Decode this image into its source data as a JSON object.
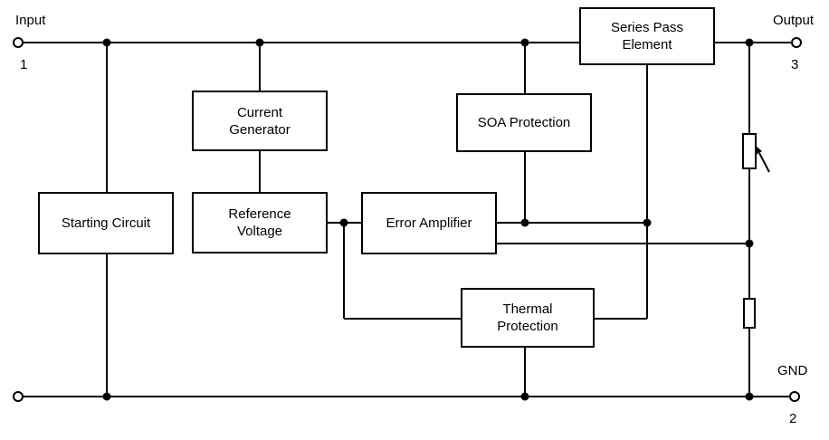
{
  "diagram": {
    "type": "regulator-block-diagram",
    "colors": {
      "line": "#000000",
      "background": "#ffffff",
      "block_fill": "#ffffff"
    },
    "blocks": {
      "series_pass": {
        "label": "Series Pass\nElement"
      },
      "current_generator": {
        "label": "Current\nGenerator"
      },
      "soa_protection": {
        "label": "SOA Protection"
      },
      "starting_circuit": {
        "label": "Starting Circuit"
      },
      "reference_voltage": {
        "label": "Reference\nVoltage"
      },
      "error_amplifier": {
        "label": "Error Amplifier"
      },
      "thermal_protection": {
        "label": "Thermal\nProtection"
      }
    },
    "terminals": {
      "input": {
        "label": "Input",
        "pin": "1"
      },
      "output": {
        "label": "Output",
        "pin": "3"
      },
      "gnd": {
        "label": "GND",
        "pin": "2"
      }
    }
  }
}
